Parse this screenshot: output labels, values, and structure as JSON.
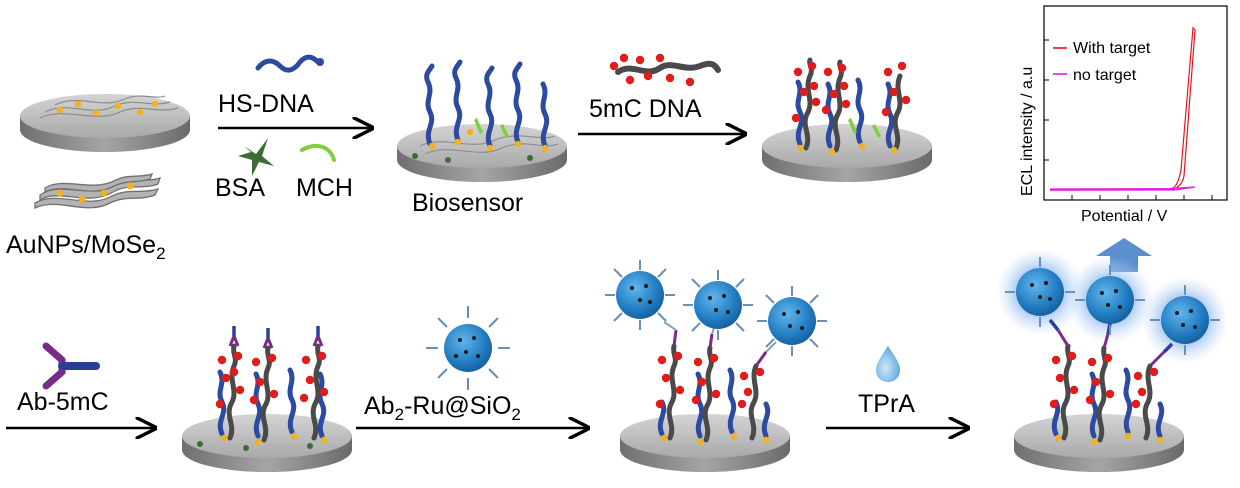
{
  "labels": {
    "substrate": "AuNPs/MoSe",
    "substrate_sub": "2",
    "hs_dna": "HS-DNA",
    "bsa": "BSA",
    "mch": "MCH",
    "biosensor": "Biosensor",
    "mc_dna": "5mC DNA",
    "ab_5mc": "Ab-5mC",
    "ab2_part1": "Ab",
    "ab2_sub1": "2",
    "ab2_part2": "-Ru@SiO",
    "ab2_sub2": "2",
    "tpra": "TPrA"
  },
  "inset": {
    "ylabel": "ECL intensity / a.u",
    "xlabel": "Potential / V",
    "legend": [
      {
        "label": "With target",
        "color": "#e8141b"
      },
      {
        "label": "no target",
        "color": "#e619e6"
      }
    ]
  },
  "colors": {
    "dna": "#2b4aa0",
    "methyl": "#e01c1c",
    "strand": "#4a4a4a",
    "disk_top": "#b9b9b9",
    "disk_side": "#8a8a8a",
    "gold": "#f2b21b",
    "bsa": "#3d6b35",
    "mch": "#7ecf3c",
    "nanoparticle": "#2d86c9",
    "glow": "#9cc3ef",
    "up_arrow": "#5b8fd0"
  }
}
